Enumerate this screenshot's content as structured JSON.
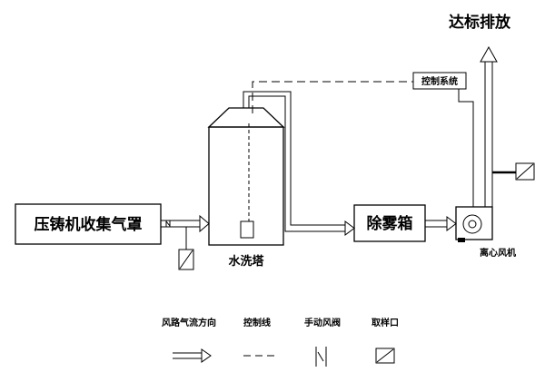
{
  "nodes": {
    "collection_hood": "压铸机收集气罩",
    "water_tower": "水洗塔",
    "demister": "除雾箱",
    "fan": "离心风机",
    "control_system": "控制系统",
    "discharge": "达标排放"
  },
  "legend": {
    "airflow": "风路气流方向",
    "control_line": "控制线",
    "manual_damper": "手动风阀",
    "sampling_port": "取样口"
  }
}
